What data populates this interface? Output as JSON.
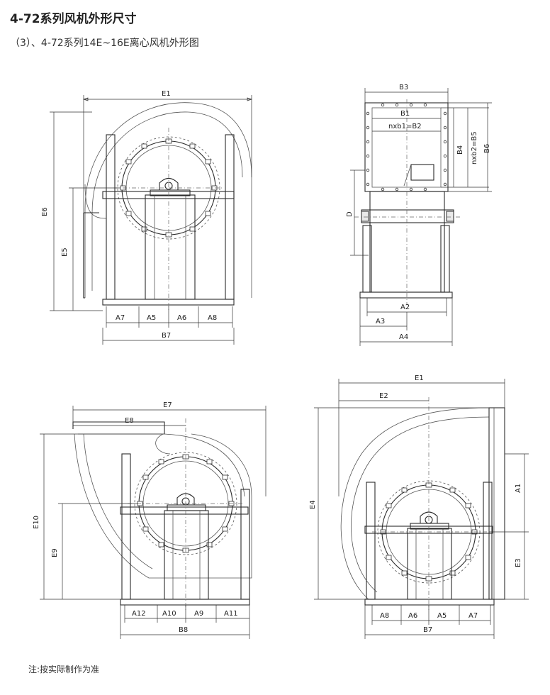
{
  "header": {
    "title": "4-72系列风机外形尺寸",
    "subtitle": "（3）、4-72系列14E~16E离心风机外形图"
  },
  "note": "注:按实际制作为准",
  "views": {
    "front_left": {
      "E1": "E1",
      "E6": "E6",
      "E5": "E5",
      "A7": "A7",
      "A5": "A5",
      "A6": "A6",
      "A8": "A8",
      "B7": "B7"
    },
    "side": {
      "B3": "B3",
      "B1": "B1",
      "nxb1": "nxb1=B2",
      "B4": "B4",
      "nxb2": "nxb2=B5",
      "B6": "B6",
      "D": "D",
      "A2": "A2",
      "A3": "A3",
      "A4": "A4"
    },
    "bottom_left": {
      "E7": "E7",
      "E8": "E8",
      "E10": "E10",
      "E9": "E9",
      "A12": "A12",
      "A10": "A10",
      "A9": "A9",
      "A11": "A11",
      "B8": "B8"
    },
    "bottom_right": {
      "E1": "E1",
      "E2": "E2",
      "E4": "E4",
      "A1": "A1",
      "E3": "E3",
      "A8": "A8",
      "A6": "A6",
      "A5": "A5",
      "A7": "A7",
      "B7": "B7"
    }
  }
}
